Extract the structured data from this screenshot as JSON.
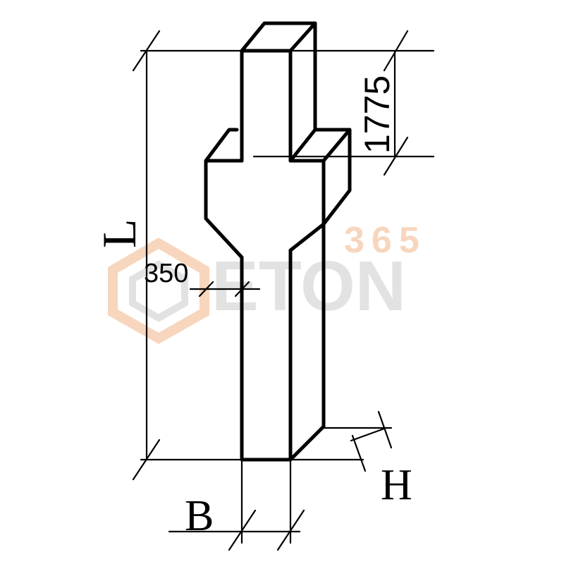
{
  "dimensions": {
    "length_label": "L",
    "width_label": "B",
    "height_label": "H",
    "top_length": "1775",
    "thickness": "350"
  },
  "watermark": {
    "number": "365",
    "word": "ETON",
    "number_color": "#f5c9a8",
    "word_color": "#d9d9d9",
    "hexagon_color": "#f5c9a8"
  },
  "colors": {
    "line": "#000000",
    "background": "#ffffff"
  }
}
